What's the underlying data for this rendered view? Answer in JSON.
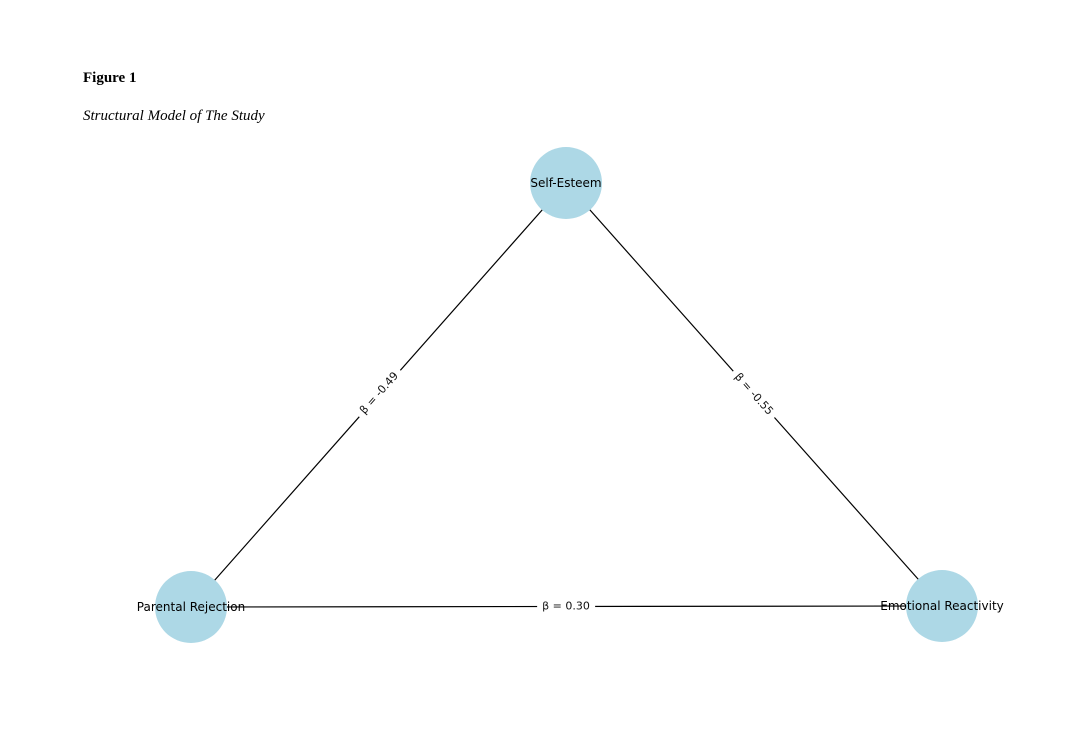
{
  "figure": {
    "label": "Figure 1",
    "caption": "Structural Model of The Study"
  },
  "diagram": {
    "type": "path-model",
    "node_color": "#add8e6",
    "edge_color": "#000000",
    "nodes": [
      {
        "id": "self-esteem",
        "label": "Self-Esteem",
        "position": "top-center"
      },
      {
        "id": "parental-rejection",
        "label": "Parental Rejection",
        "position": "bottom-left"
      },
      {
        "id": "emotional-reactivity",
        "label": "Emotional Reactivity",
        "position": "bottom-right"
      }
    ],
    "edges": [
      {
        "from": "Parental Rejection",
        "to": "Self-Esteem",
        "label": "β = -0.49",
        "beta": -0.49
      },
      {
        "from": "Self-Esteem",
        "to": "Emotional Reactivity",
        "label": "β = -0.55",
        "beta": -0.55
      },
      {
        "from": "Parental Rejection",
        "to": "Emotional Reactivity",
        "label": "β = 0.30",
        "beta": 0.3
      }
    ]
  }
}
